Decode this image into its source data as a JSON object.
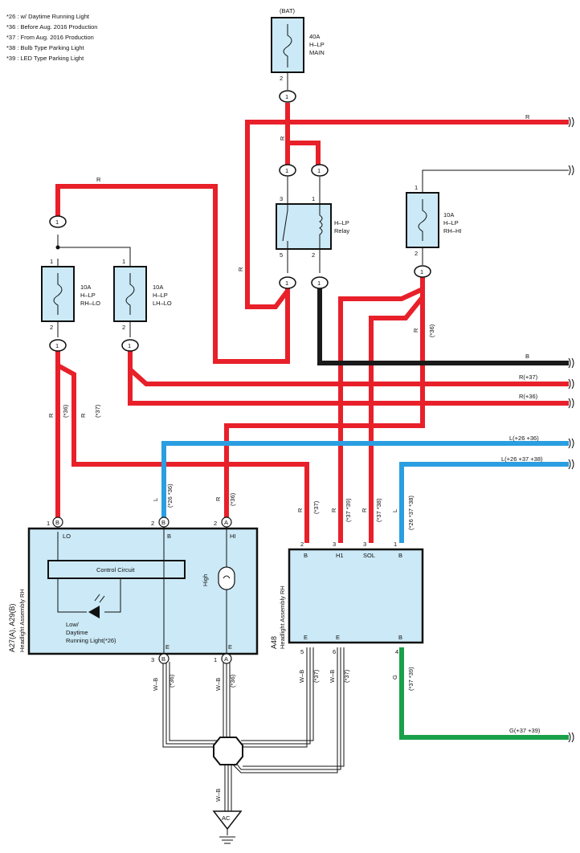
{
  "notes": [
    "*26 : w/ Daytime Running Light",
    "*36 : Before Aug.  2016 Production",
    "*37 : From Aug.  2016 Production",
    "*38 : Bulb Type Parking Light",
    "*39 : LED Type Parking Light"
  ],
  "colors": {
    "red": "#e8202a",
    "black": "#1a1a1a",
    "blue": "#2a9ee0",
    "green": "#1aa04a",
    "box_fill": "#cbe9f6"
  },
  "bat_label": "(BAT)",
  "fuse_main": {
    "l1": "40A",
    "l2": "H–LP",
    "l3": "MAIN",
    "pin": "2"
  },
  "fuse_rh_hi": {
    "l1": "10A",
    "l2": "H–LP",
    "l3": "RH–HI",
    "pin_top": "1",
    "pin_bottom": "2"
  },
  "fuse_rh_lo": {
    "l1": "10A",
    "l2": "H–LP",
    "l3": "RH–LO",
    "pin_top": "1",
    "pin_bottom": "2"
  },
  "fuse_lh_lo": {
    "l1": "10A",
    "l2": "H–LP",
    "l3": "LH–LO",
    "pin_top": "1",
    "pin_bottom": "2"
  },
  "relay": {
    "l1": "H–LP",
    "l2": "Relay",
    "p3": "3",
    "p1": "1",
    "p5": "5",
    "p2": "2"
  },
  "connector_one": "1",
  "wire_labels": {
    "r": "R",
    "b": "B",
    "l": "L",
    "g": "G",
    "wb": "W–B",
    "r37": "R(+37)",
    "r36": "R(+36)",
    "l2636": "L(+26 +36)",
    "l263738": "L(+26 +37 +38)",
    "g3739": "G(+37 +39)"
  },
  "cond": {
    "c36": "(*36)",
    "c37": "(*37)",
    "c2636": "(*26 *36)",
    "c3739": "(*37 *39)",
    "c3738": "(*37 *38)",
    "c263738": "(*26 *37 *38)"
  },
  "hl_a27": {
    "name": "A27(A), A29(B)",
    "desc": "Headlight Assembly RH",
    "pin_lo": "1",
    "pin_lo_conn": "B",
    "term_lo": "LO",
    "pin_b": "2",
    "pin_b_conn": "B",
    "term_b": "B",
    "pin_hi": "2",
    "pin_hi_conn": "A",
    "term_hi": "HI",
    "control": "Control Circuit",
    "high": "High",
    "low1": "Low/",
    "low2": "Daytime",
    "low3": "Running Light(*26)",
    "term_e": "E",
    "pin_e1": "3",
    "pin_e1_conn": "B",
    "pin_e2": "1",
    "pin_e2_conn": "A"
  },
  "hl_a48": {
    "name": "A48",
    "desc": "Headlight Assembly RH",
    "pins_top": [
      "2",
      "3",
      "3",
      "1"
    ],
    "terms_top": [
      "B",
      "H1",
      "SOL",
      "B"
    ],
    "pins_bottom": [
      "5",
      "6",
      "4"
    ],
    "terms_bottom": [
      "E",
      "E",
      "B"
    ]
  },
  "ground": "AC"
}
